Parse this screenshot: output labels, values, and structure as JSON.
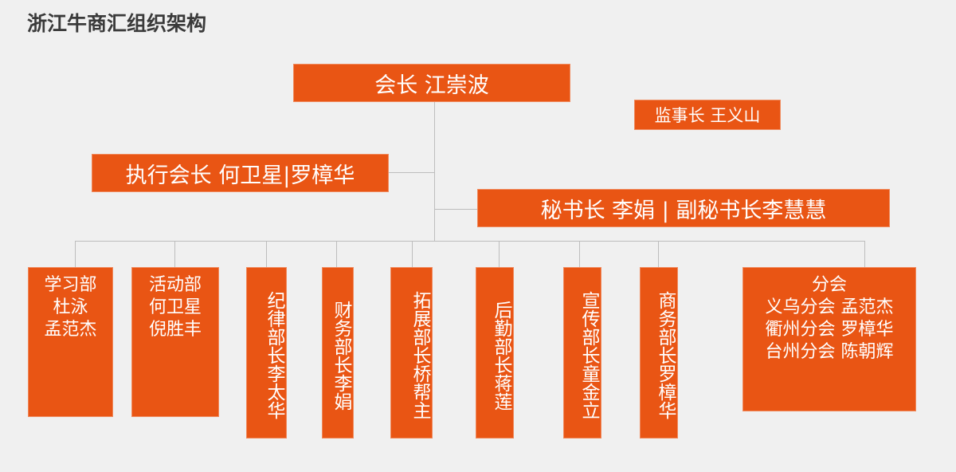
{
  "title": "浙江牛商汇组织架构",
  "colors": {
    "box": "#E95514",
    "background": "#F0F0F0",
    "line": "#BDBDBD"
  },
  "president": "会长 江崇波",
  "supervisor": "监事长 王义山",
  "executive": "执行会长 何卫星|罗樟华",
  "secretary": "秘书长 李娟 | 副秘书长李慧慧",
  "departments": [
    "学习部\n杜泳\n孟范杰",
    "活动部\n何卫星\n倪胜丰",
    "纪律部长李太华",
    "财务部长李娟",
    "拓展部长桥帮主",
    "后勤部长蒋莲",
    "宣传部长童金立",
    "商务部长罗樟华",
    "分会\n义乌分会 孟范杰\n衢州分会 罗樟华\n台州分会 陈朝辉"
  ]
}
